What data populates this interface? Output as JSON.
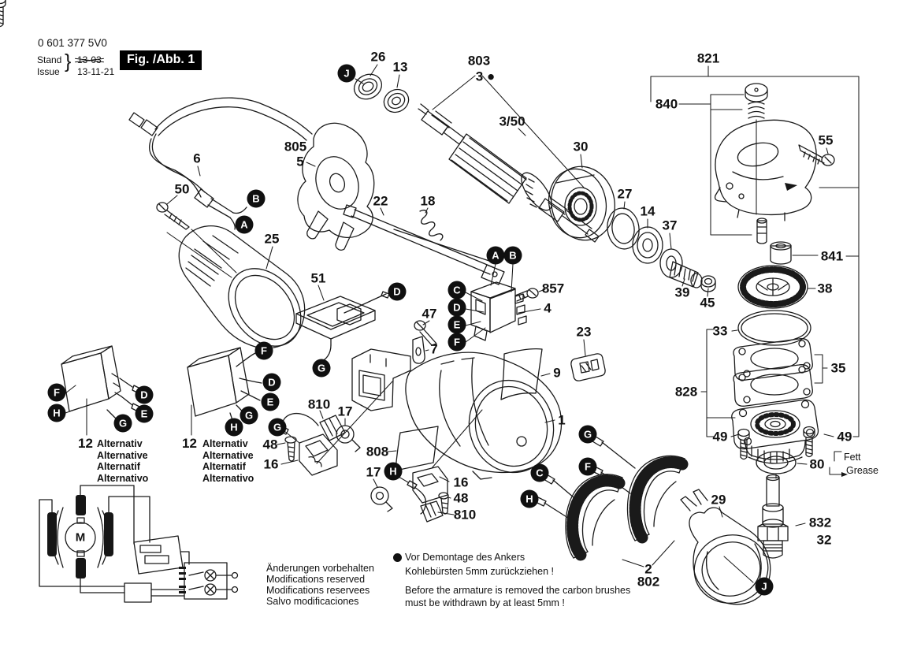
{
  "header": {
    "part_number": "0 601 377 5V0",
    "stand_label": "Stand",
    "issue_label": "Issue",
    "brace": "}",
    "date_old": "13-03",
    "date_new": "13-11-21",
    "figure_title": "Fig. /Abb. 1"
  },
  "callouts": [
    {
      "text": "26"
    },
    {
      "text": "13"
    },
    {
      "text": "803"
    },
    {
      "text": "3 ●"
    },
    {
      "text": "3/50"
    },
    {
      "text": "805"
    },
    {
      "text": "5"
    },
    {
      "text": "6"
    },
    {
      "text": "50"
    },
    {
      "text": "25"
    },
    {
      "text": "22"
    },
    {
      "text": "18"
    },
    {
      "text": "30"
    },
    {
      "text": "27"
    },
    {
      "text": "14"
    },
    {
      "text": "37"
    },
    {
      "text": "39"
    },
    {
      "text": "45"
    },
    {
      "text": "821"
    },
    {
      "text": "840"
    },
    {
      "text": "55"
    },
    {
      "text": "841"
    },
    {
      "text": "38"
    },
    {
      "text": "33"
    },
    {
      "text": "35"
    },
    {
      "text": "828"
    },
    {
      "text": "49"
    },
    {
      "text": "49"
    },
    {
      "text": "80"
    },
    {
      "text": "832"
    },
    {
      "text": "32"
    },
    {
      "text": "29"
    },
    {
      "text": "2"
    },
    {
      "text": "802"
    },
    {
      "text": "857"
    },
    {
      "text": "4"
    },
    {
      "text": "47"
    },
    {
      "text": "7"
    },
    {
      "text": "23"
    },
    {
      "text": "9"
    },
    {
      "text": "1"
    },
    {
      "text": "51"
    },
    {
      "text": "810"
    },
    {
      "text": "17"
    },
    {
      "text": "48"
    },
    {
      "text": "16"
    },
    {
      "text": "808"
    },
    {
      "text": "17"
    },
    {
      "text": "16"
    },
    {
      "text": "48"
    },
    {
      "text": "810"
    }
  ],
  "ref_markers": [
    {
      "letter": "J"
    },
    {
      "letter": "B"
    },
    {
      "letter": "A"
    },
    {
      "letter": "A"
    },
    {
      "letter": "B"
    },
    {
      "letter": "C"
    },
    {
      "letter": "D"
    },
    {
      "letter": "E"
    },
    {
      "letter": "F"
    },
    {
      "letter": "D"
    },
    {
      "letter": "F"
    },
    {
      "letter": "G"
    },
    {
      "letter": "D"
    },
    {
      "letter": "E"
    },
    {
      "letter": "F"
    },
    {
      "letter": "H"
    },
    {
      "letter": "D"
    },
    {
      "letter": "E"
    },
    {
      "letter": "G"
    },
    {
      "letter": "G"
    },
    {
      "letter": "H"
    },
    {
      "letter": "G"
    },
    {
      "letter": "H"
    },
    {
      "letter": "G"
    },
    {
      "letter": "F"
    },
    {
      "letter": "C"
    },
    {
      "letter": "H"
    },
    {
      "letter": "J"
    }
  ],
  "alternative_note": {
    "number": "12",
    "lines": [
      "Alternativ",
      "Alternative",
      "Alternatif",
      "Alternativo"
    ]
  },
  "grease_note": {
    "de": "Fett",
    "en": "Grease"
  },
  "notes": {
    "modifications": [
      "Änderungen vorbehalten",
      "Modifications reserved",
      "Modifications reservees",
      "Salvo modificaciones"
    ],
    "warning_de_line1": "Vor Demontage des Ankers",
    "warning_de_line2": "Kohlebürsten 5mm zurückziehen !",
    "warning_en_line1": "Before the armature is removed the carbon brushes",
    "warning_en_line2": "must be withdrawn by at least 5mm !"
  },
  "schematic": {
    "motor_label": "M"
  },
  "colors": {
    "ink": "#1a1a1a",
    "paper": "#ffffff"
  }
}
